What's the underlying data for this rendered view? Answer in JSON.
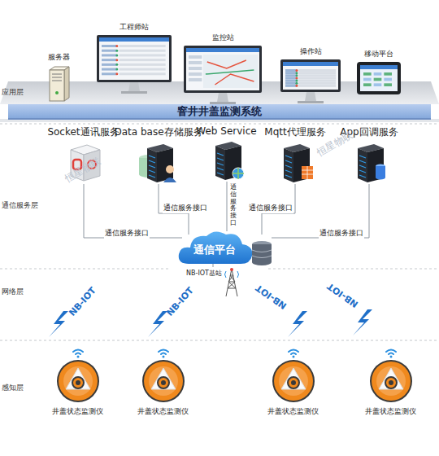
{
  "diagram": {
    "nodes": [
      {
        "text": [
          "窨井井盖监测系统"
        ]
      },
      {
        "text": [
          "服务器"
        ]
      },
      {
        "text": [
          "工程师站"
        ]
      },
      {
        "text": [
          "监控站"
        ]
      },
      {
        "text": [
          "操作站"
        ]
      },
      {
        "text": [
          "移动平台"
        ]
      },
      {
        "text": [
          "Socket通讯服务"
        ]
      },
      {
        "text": [
          "Data base存储服务"
        ]
      },
      {
        "text": [
          "Web Service"
        ]
      },
      {
        "text": [
          "Mqtt代理服务"
        ]
      },
      {
        "text": [
          "App回调服务"
        ]
      },
      {
        "text": [
          "通信平台"
        ]
      },
      {
        "text": [
          "NB-IOT基站"
        ]
      },
      {
        "text": [
          "井盖状态监测仪"
        ]
      },
      {
        "text": [
          "井盖状态监测仪"
        ]
      },
      {
        "text": [
          "井盖状态监测仪"
        ]
      },
      {
        "text": [
          "井盖状态监测仪"
        ]
      }
    ],
    "edges": [
      {
        "from": 6,
        "to": 11,
        "label": "通信服务接口",
        "arrow": "none"
      },
      {
        "from": 7,
        "to": 11,
        "label": "通信服务接口",
        "arrow": "none"
      },
      {
        "from": 8,
        "to": 11,
        "label": "通信服务接口",
        "arrow": "none"
      },
      {
        "from": 9,
        "to": 11,
        "label": "通信服务接口",
        "arrow": "none"
      },
      {
        "from": 10,
        "to": 11,
        "label": "通信服务接口",
        "arrow": "none"
      },
      {
        "from": 12,
        "to": 11,
        "arrow": "none"
      }
    ],
    "labels": [
      "应用层",
      "通信服务层",
      "网络层",
      "感知层",
      "NB-IOT",
      "NB-IOT",
      "NB-IOT",
      "NB-IOT",
      "恒星物联",
      "恒星物联"
    ]
  }
}
